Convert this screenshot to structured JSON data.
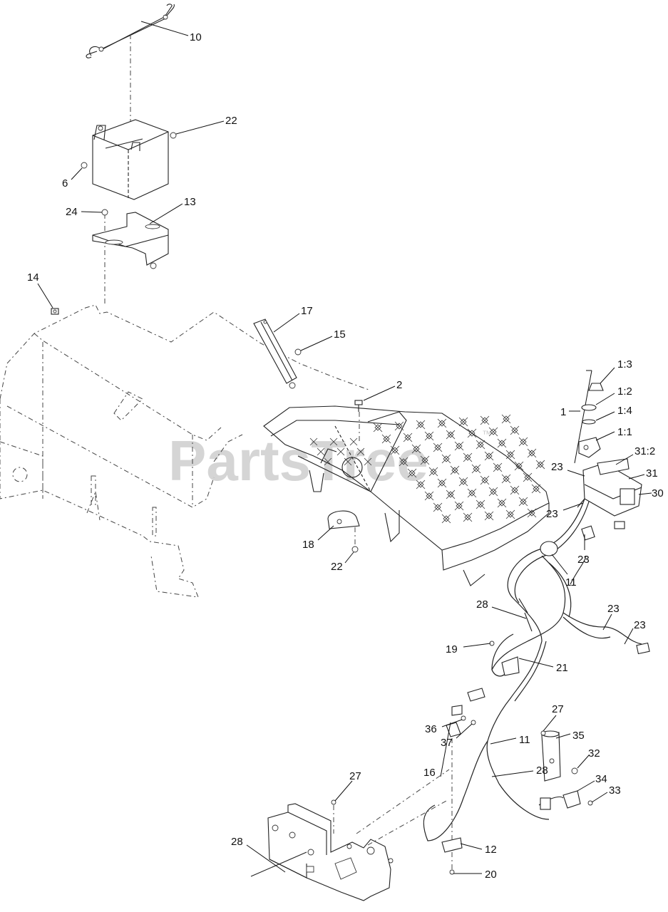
{
  "watermark": {
    "text": "PartsTree",
    "trademark": "™"
  },
  "callouts": [
    {
      "id": "c10",
      "text": "10"
    },
    {
      "id": "c22a",
      "text": "22"
    },
    {
      "id": "c6",
      "text": "6"
    },
    {
      "id": "c24",
      "text": "24"
    },
    {
      "id": "c13",
      "text": "13"
    },
    {
      "id": "c14",
      "text": "14"
    },
    {
      "id": "c17",
      "text": "17"
    },
    {
      "id": "c15",
      "text": "15"
    },
    {
      "id": "c2",
      "text": "2"
    },
    {
      "id": "c1_3",
      "text": "1:3"
    },
    {
      "id": "c1_2",
      "text": "1:2"
    },
    {
      "id": "c1",
      "text": "1"
    },
    {
      "id": "c1_4",
      "text": "1:4"
    },
    {
      "id": "c1_1",
      "text": "1:1"
    },
    {
      "id": "c31_2",
      "text": "31:2"
    },
    {
      "id": "c23a",
      "text": "23"
    },
    {
      "id": "c31",
      "text": "31"
    },
    {
      "id": "c30",
      "text": "30"
    },
    {
      "id": "c23b",
      "text": "23"
    },
    {
      "id": "c23c",
      "text": "23"
    },
    {
      "id": "c18",
      "text": "18"
    },
    {
      "id": "c22b",
      "text": "22"
    },
    {
      "id": "c11a",
      "text": "11"
    },
    {
      "id": "c28a",
      "text": "28"
    },
    {
      "id": "c23d",
      "text": "23"
    },
    {
      "id": "c23e",
      "text": "23"
    },
    {
      "id": "c19",
      "text": "19"
    },
    {
      "id": "c21",
      "text": "21"
    },
    {
      "id": "c27a",
      "text": "27"
    },
    {
      "id": "c36",
      "text": "36"
    },
    {
      "id": "c11b",
      "text": "11"
    },
    {
      "id": "c35",
      "text": "35"
    },
    {
      "id": "c37",
      "text": "37"
    },
    {
      "id": "c32",
      "text": "32"
    },
    {
      "id": "c27b",
      "text": "27"
    },
    {
      "id": "c16",
      "text": "16"
    },
    {
      "id": "c28b",
      "text": "28"
    },
    {
      "id": "c34",
      "text": "34"
    },
    {
      "id": "c33",
      "text": "33"
    },
    {
      "id": "c28c",
      "text": "28"
    },
    {
      "id": "c12",
      "text": "12"
    },
    {
      "id": "c20",
      "text": "20"
    }
  ]
}
